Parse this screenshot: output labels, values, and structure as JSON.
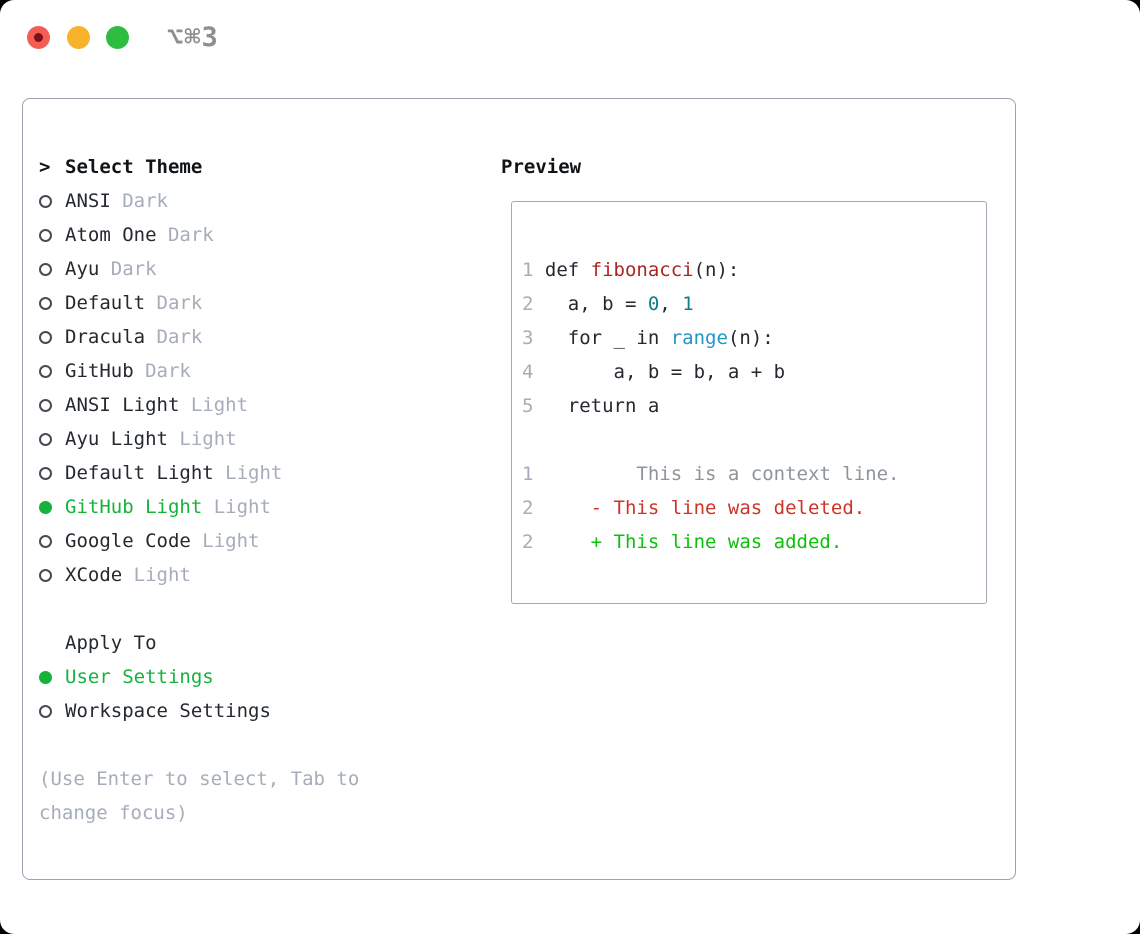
{
  "window": {
    "title_shortcut": "⌥⌘3",
    "traffic_lights": [
      {
        "name": "close-button",
        "color": "#f25e55"
      },
      {
        "name": "minimize-button",
        "color": "#f7b32b"
      },
      {
        "name": "zoom-button",
        "color": "#2dbe41"
      }
    ]
  },
  "theme_panel": {
    "header": {
      "prefix": ">",
      "label": "Select Theme"
    },
    "themes": [
      {
        "name": "ANSI",
        "variant": "Dark",
        "selected": false
      },
      {
        "name": "Atom One",
        "variant": "Dark",
        "selected": false
      },
      {
        "name": "Ayu",
        "variant": "Dark",
        "selected": false
      },
      {
        "name": "Default",
        "variant": "Dark",
        "selected": false
      },
      {
        "name": "Dracula",
        "variant": "Dark",
        "selected": false
      },
      {
        "name": "GitHub",
        "variant": "Dark",
        "selected": false
      },
      {
        "name": "ANSI Light",
        "variant": "Light",
        "selected": false
      },
      {
        "name": "Ayu Light",
        "variant": "Light",
        "selected": false
      },
      {
        "name": "Default Light",
        "variant": "Light",
        "selected": false
      },
      {
        "name": "GitHub Light",
        "variant": "Light",
        "selected": true
      },
      {
        "name": "Google Code",
        "variant": "Light",
        "selected": false
      },
      {
        "name": "XCode",
        "variant": "Light",
        "selected": false
      }
    ],
    "apply_to": {
      "label": "Apply To",
      "options": [
        {
          "name": "User Settings",
          "selected": true
        },
        {
          "name": "Workspace Settings",
          "selected": false
        }
      ]
    },
    "hint_lines": [
      "(Use Enter to select, Tab to",
      "change focus)"
    ]
  },
  "preview": {
    "label": "Preview",
    "lines": [
      {
        "segments": [
          {
            "text": "1",
            "cls": "num"
          },
          {
            "text": " def ",
            "cls": "fg"
          },
          {
            "text": "fibonacci",
            "cls": "func"
          },
          {
            "text": "(n):",
            "cls": "fg"
          }
        ]
      },
      {
        "segments": [
          {
            "text": "2",
            "cls": "num"
          },
          {
            "text": "   a, b = ",
            "cls": "fg"
          },
          {
            "text": "0",
            "cls": "teal"
          },
          {
            "text": ", ",
            "cls": "fg"
          },
          {
            "text": "1",
            "cls": "teal"
          }
        ]
      },
      {
        "segments": [
          {
            "text": "3",
            "cls": "num"
          },
          {
            "text": "   for _ in ",
            "cls": "fg"
          },
          {
            "text": "range",
            "cls": "blue"
          },
          {
            "text": "(n):",
            "cls": "fg"
          }
        ]
      },
      {
        "segments": [
          {
            "text": "4",
            "cls": "num"
          },
          {
            "text": "       a, b = b, a + b",
            "cls": "fg"
          }
        ]
      },
      {
        "segments": [
          {
            "text": "5",
            "cls": "num"
          },
          {
            "text": "   return a",
            "cls": "fg"
          }
        ]
      },
      {
        "segments": []
      },
      {
        "segments": [
          {
            "text": "1",
            "cls": "num"
          },
          {
            "text": "         This is a context line.",
            "cls": "ctx"
          }
        ]
      },
      {
        "segments": [
          {
            "text": "2",
            "cls": "num"
          },
          {
            "text": "     ",
            "cls": "fg"
          },
          {
            "text": "- This line was deleted.",
            "cls": "del"
          }
        ]
      },
      {
        "segments": [
          {
            "text": "2",
            "cls": "num"
          },
          {
            "text": "     ",
            "cls": "fg"
          },
          {
            "text": "+ This line was added.",
            "cls": "add"
          }
        ]
      }
    ]
  },
  "colors": {
    "accent_green": "#17b23c",
    "added_green": "#0cc00c",
    "deleted_red": "#cd3428",
    "function_red": "#a92621",
    "number_teal": "#0d7e82",
    "builtin_blue": "#2196c9",
    "dim_gray": "#a4adb9",
    "context_gray": "#8d949c",
    "text": "#24292f",
    "panel_border": "#99a2ad",
    "preview_border": "#a2aab3",
    "title_gray": "#8d8d92"
  }
}
